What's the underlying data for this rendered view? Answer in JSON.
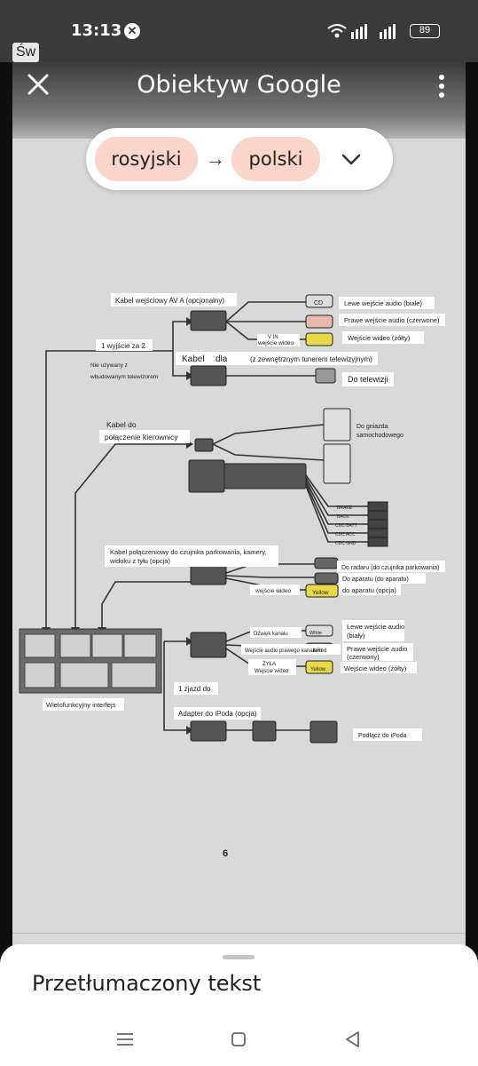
{
  "status_bar": {
    "time": "13:13",
    "battery": "89"
  },
  "overlay_label": "Św",
  "header": {
    "title": "Obiektyw Google"
  },
  "language_bar": {
    "source": "rosyjski",
    "arrow": "→",
    "target": "polski"
  },
  "diagram": {
    "labels": {
      "av_cable": "Kabel wejściowy AV A (opcjonalny)",
      "one_to_two": "1 wyjście za 2",
      "not_used": "Nie używany z",
      "not_used_2": "wbudowanym telewizorem",
      "cable_tv_1": "Kabel",
      "cable_tv_2": "dla",
      "cable_tv_3": "(z zewnętrznym tunerem telewizyjnym)",
      "left_audio_white": "Lewe wejście audio (białe)",
      "right_audio_red": "Prawe wejście audio (czerwone)",
      "video_yellow": "Wejście wideo (żółty)",
      "to_tv": "Do telewizji",
      "cable_to": "Kabel do",
      "steering": "połączenie kierownicy",
      "car_socket_1": "Do gniazda",
      "car_socket_2": "samochodowego",
      "brake": "BRAKE",
      "back": "BACK",
      "cdc_batt": "CDC BATT",
      "cdc_acc": "CDC ACC",
      "cdc_gnd": "CDC GND",
      "parking_cable_1": "Kabel połączeniowy do czujnika parkowania, kamery,",
      "parking_cable_2": "widoku z tyłu (opcja)",
      "to_radar": "Do radaru (do czujnika parkowania)",
      "to_camera": "Do aparatu (do aparatu)",
      "to_camera_opt": "do aparatu (opcja)",
      "video_in": "wejście wideo",
      "yellow": "Yellow",
      "left_audio_2": "Lewe wejście audio",
      "left_audio_2b": "(biały)",
      "right_audio_2": "Prawe wejście audio",
      "right_audio_2b": "(czerwony)",
      "video_yellow_2": "Wejście wideo (żółty)",
      "white": "White",
      "red": "Red",
      "left_channel": "Dźwięk kanału",
      "right_channel": "Wejście audio prawego kanałuRed",
      "zyla": "ŻYŁA",
      "video_in_2": "Wejście wideo",
      "one_out": "1 zjazd do",
      "ipod_adapter": "Adapter do iPoda (opcja)",
      "connect_ipod": "Podłącz do iPoda",
      "multi_interface": "Wielofunkcyjny interfejs",
      "page_number": "6",
      "v_in": "V IN",
      "cd_label": "CD"
    }
  },
  "bottom_sheet": {
    "title": "Przetłumaczony tekst"
  },
  "colors": {
    "pill": "#fbd4ca",
    "document": "#d9d9d9",
    "header_dark": "#3c3c3c"
  }
}
